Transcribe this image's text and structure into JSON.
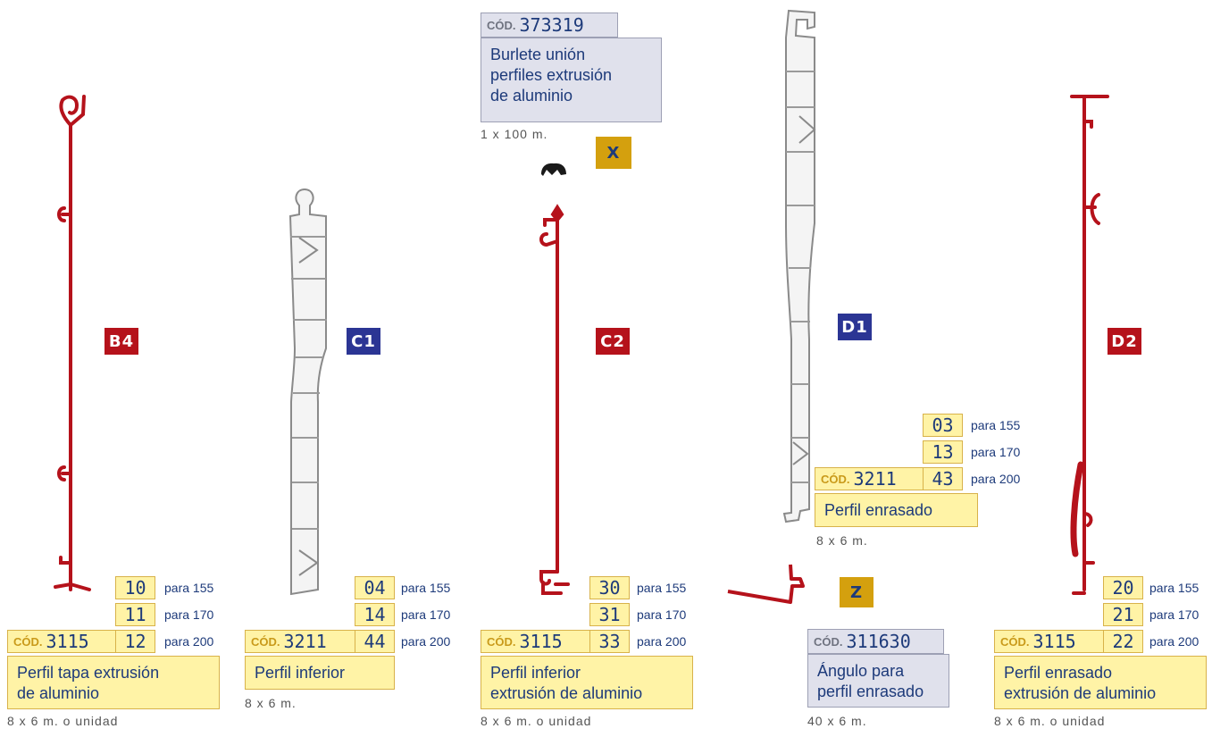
{
  "badges": {
    "b4": "B4",
    "c1": "C1",
    "c2": "C2",
    "d1": "D1",
    "d2": "D2",
    "x": "X",
    "z": "Z"
  },
  "cod_label": "CÓD.",
  "para": {
    "p155": "para 155",
    "p170": "para 170",
    "p200": "para 200"
  },
  "b4": {
    "code": "3115",
    "v1": "10",
    "v2": "11",
    "v3": "12",
    "desc1": "Perfil tapa extrusión",
    "desc2": "de aluminio",
    "qty": "8 x 6 m. o unidad"
  },
  "c1": {
    "code": "3211",
    "v1": "04",
    "v2": "14",
    "v3": "44",
    "desc1": "Perfil inferior",
    "qty": "8 x 6 m."
  },
  "c2": {
    "code": "3115",
    "v1": "30",
    "v2": "31",
    "v3": "33",
    "desc1": "Perfil inferior",
    "desc2": "extrusión de aluminio",
    "qty": "8 x 6 m. o unidad"
  },
  "d1": {
    "code": "3211",
    "v1": "03",
    "v2": "13",
    "v3": "43",
    "desc1": "Perfil enrasado",
    "qty": "8 x 6 m."
  },
  "d2": {
    "code": "3115",
    "v1": "20",
    "v2": "21",
    "v3": "22",
    "desc1": "Perfil enrasado",
    "desc2": "extrusión de aluminio",
    "qty": "8 x 6 m. o unidad"
  },
  "x": {
    "code": "373319",
    "desc1": "Burlete unión",
    "desc2": "perfiles extrusión",
    "desc3": "de aluminio",
    "qty": "1 x 100 m."
  },
  "z": {
    "code": "311630",
    "desc1": "Ángulo para",
    "desc2": "perfil enrasado",
    "qty": "40 x 6 m."
  },
  "colors": {
    "red": "#b5121b",
    "blue": "#2b3594",
    "gold": "#d4a00e",
    "yellow": "#fff3a6",
    "grey": "#e0e1ec",
    "text": "#1d3a7a"
  }
}
